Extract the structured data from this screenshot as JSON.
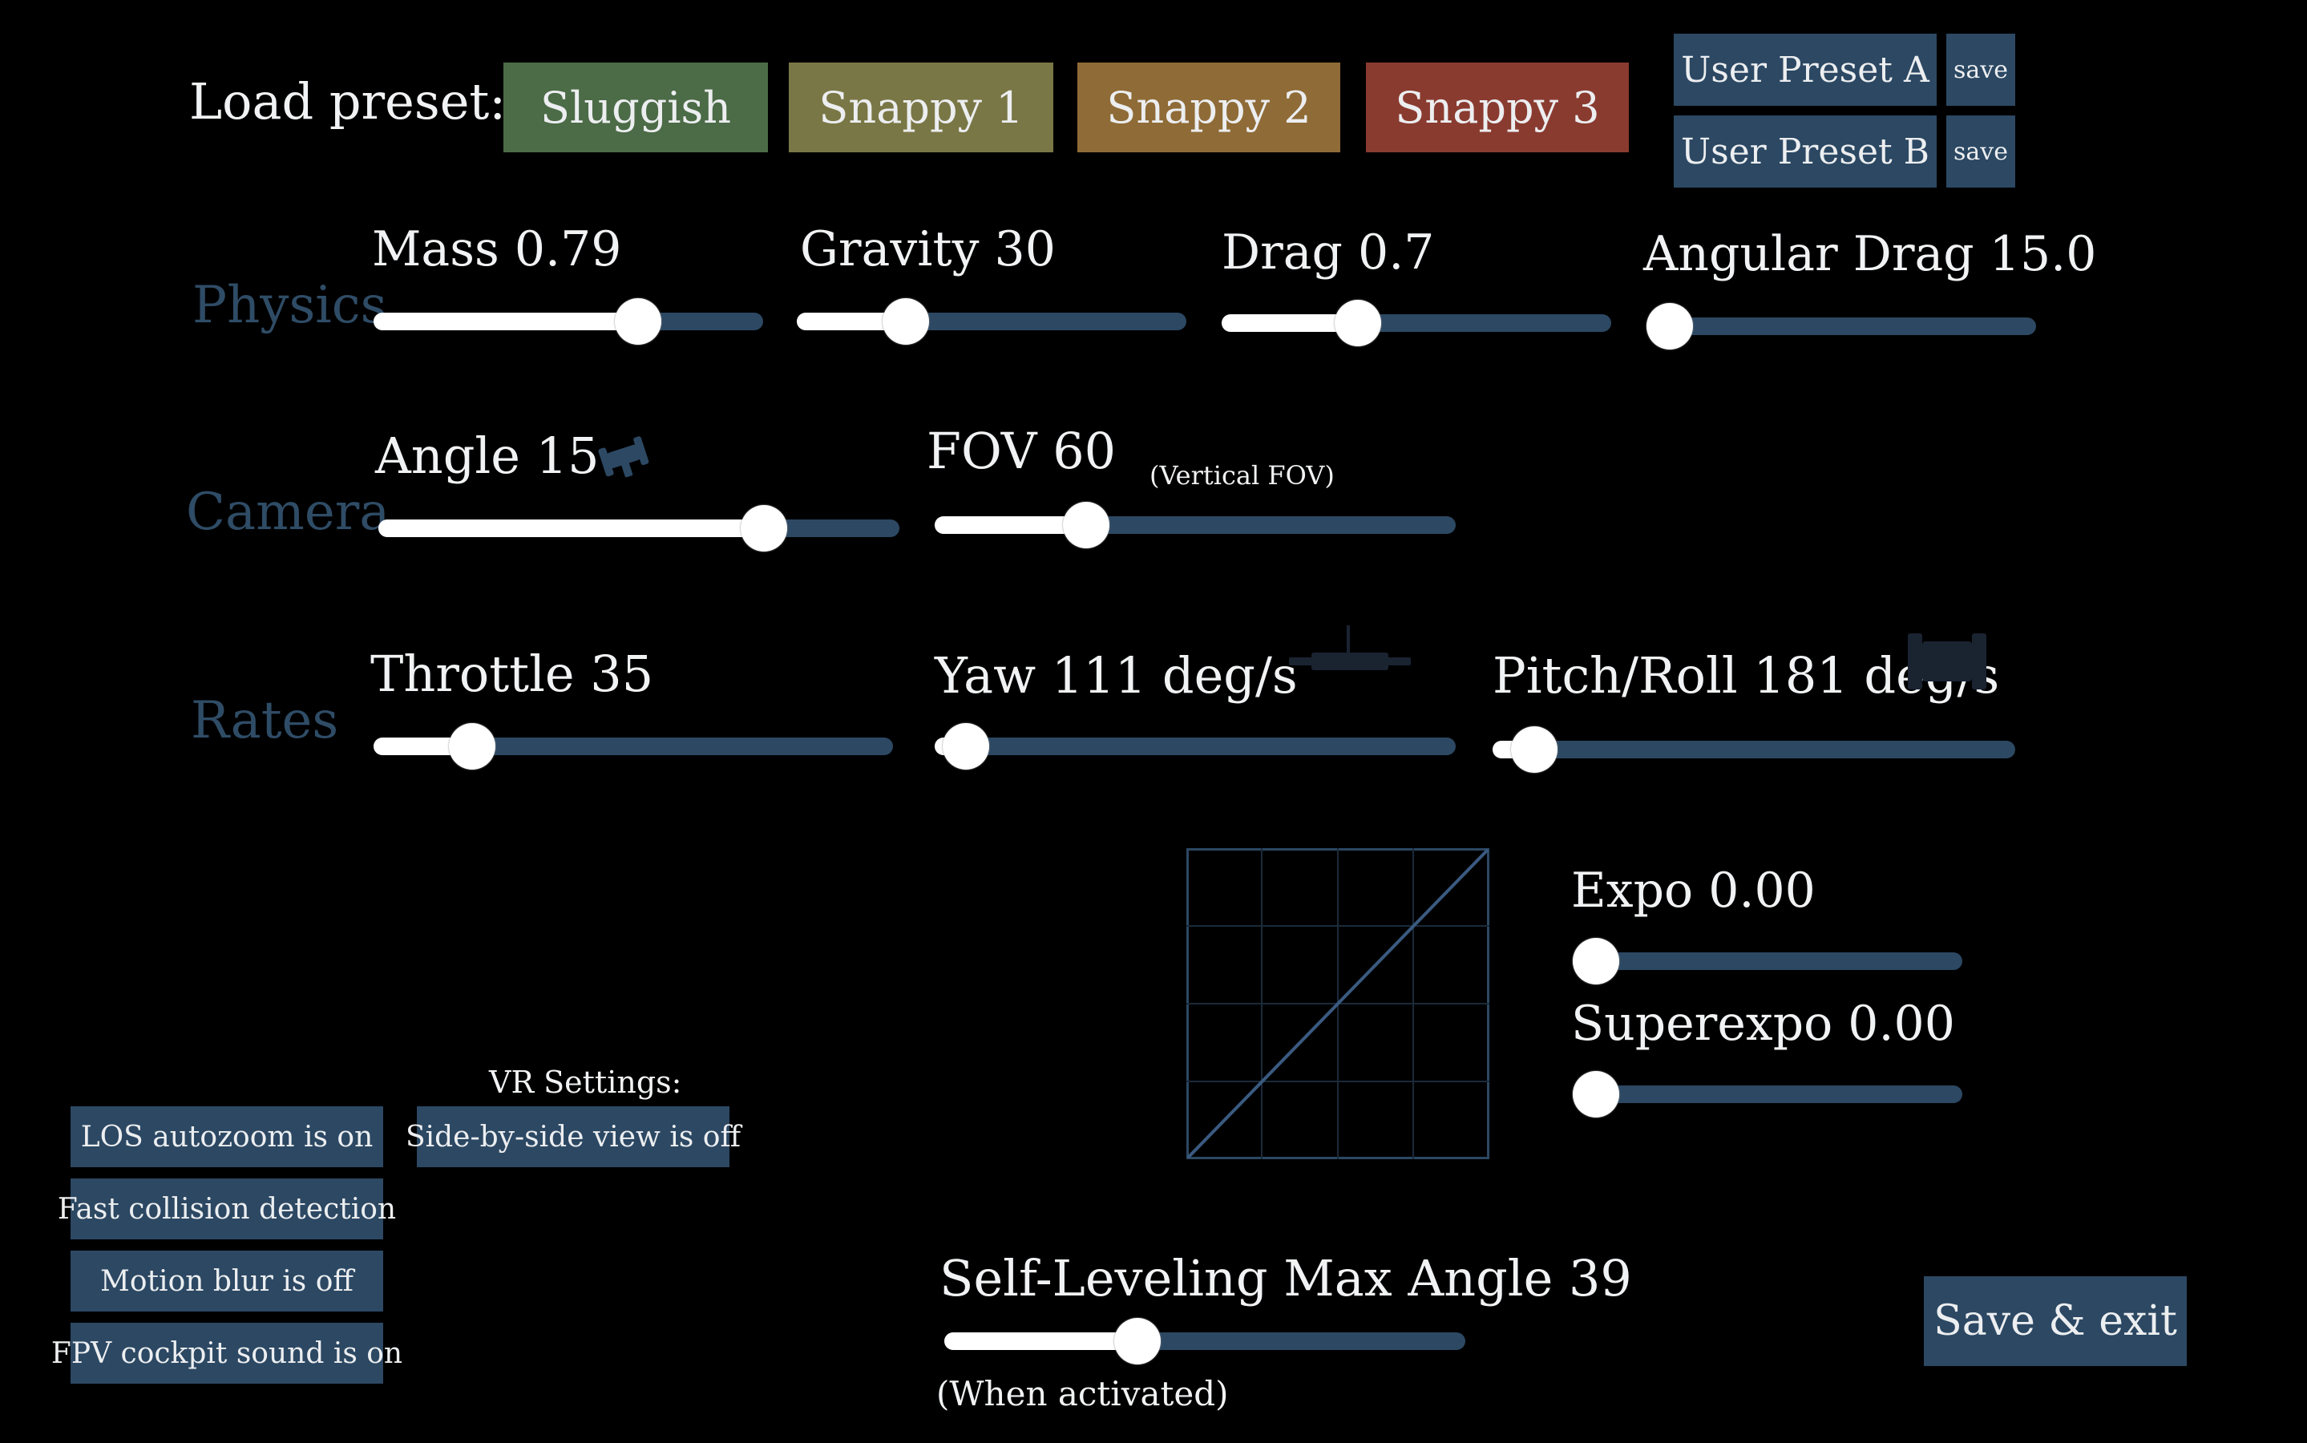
{
  "presets": {
    "label": "Load preset:",
    "buttons": [
      {
        "label": "Sluggish",
        "color": "#4c6b47"
      },
      {
        "label": "Snappy 1",
        "color": "#7a7746"
      },
      {
        "label": "Snappy 2",
        "color": "#8f6b37"
      },
      {
        "label": "Snappy 3",
        "color": "#8a3b30"
      }
    ],
    "user_a": "User Preset A",
    "user_b": "User Preset B",
    "save_label": "save"
  },
  "sections": {
    "physics": "Physics",
    "camera": "Camera",
    "rates": "Rates"
  },
  "sliders": {
    "mass": {
      "label": "Mass 0.79",
      "fraction": 0.68
    },
    "gravity": {
      "label": "Gravity 30",
      "fraction": 0.28
    },
    "drag": {
      "label": "Drag 0.7",
      "fraction": 0.35
    },
    "angular_drag": {
      "label": "Angular Drag 15.0",
      "fraction": 0.06
    },
    "angle": {
      "label": "Angle 15",
      "fraction": 0.74
    },
    "fov": {
      "label": "FOV 60",
      "fraction": 0.29
    },
    "throttle": {
      "label": "Throttle 35",
      "fraction": 0.19
    },
    "yaw": {
      "label": "Yaw 111 deg/s",
      "fraction": 0.06
    },
    "pitch_roll": {
      "label": "Pitch/Roll 181 deg/s",
      "fraction": 0.08
    },
    "expo": {
      "label": "Expo 0.00",
      "fraction": 0.06
    },
    "superexpo": {
      "label": "Superexpo 0.00",
      "fraction": 0.06
    },
    "self_leveling": {
      "label": "Self-Leveling Max Angle 39",
      "fraction": 0.37
    }
  },
  "notes": {
    "vertical_fov": "(Vertical FOV)",
    "when_activated": "(When activated)",
    "vr_settings": "VR Settings:"
  },
  "toggles": {
    "los": "LOS autozoom is on",
    "collision": "Fast collision detection",
    "motion_blur": "Motion blur is off",
    "fpv_sound": "FPV cockpit sound is on",
    "side_by_side": "Side-by-side view is off"
  },
  "save_exit": "Save & exit",
  "colors": {
    "navy": "#2c4863",
    "section_text": "#2f4c66",
    "curve": "#3a5a80"
  },
  "icons": {
    "camera_angle": "drone-angle-icon",
    "yaw": "drone-yaw-icon",
    "pitch_roll": "drone-pitch-roll-icon"
  }
}
